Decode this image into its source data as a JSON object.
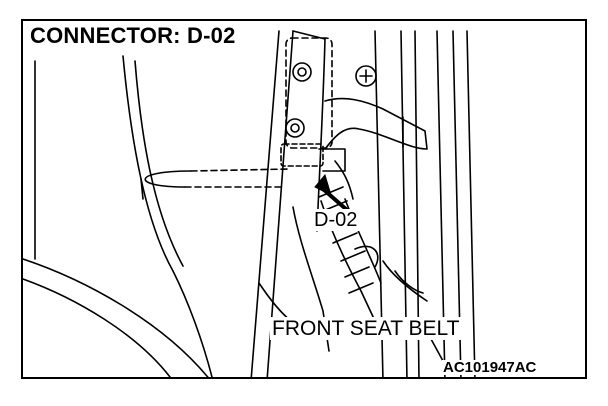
{
  "title": "CONNECTOR: D-02",
  "labels": {
    "connector": "D-02",
    "component": "FRONT SEAT BELT",
    "figure_code": "AC101947AC"
  },
  "colors": {
    "line": "#000000",
    "background": "#ffffff"
  }
}
